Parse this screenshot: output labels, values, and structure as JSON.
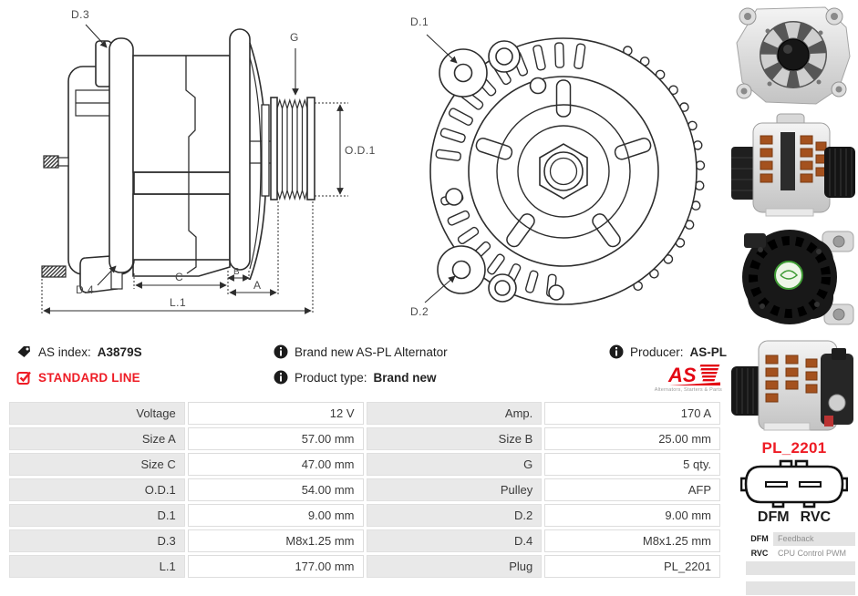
{
  "side_view": {
    "d3": "D.3",
    "g": "G",
    "od1": "O.D.1",
    "d4": "D.4",
    "c": "C",
    "b": "B",
    "a": "A",
    "l1": "L.1"
  },
  "front_view": {
    "d1": "D.1",
    "d2": "D.2"
  },
  "info": {
    "as_index_label": "AS index:",
    "as_index_value": "A3879S",
    "standard_line": "STANDARD LINE",
    "brand_new_text": "Brand new AS-PL Alternator",
    "product_type_label": "Product type:",
    "product_type_value": "Brand new",
    "producer_label": "Producer:",
    "producer_value": "AS-PL",
    "logo_as": "AS",
    "logo_tagline": "Alternators, Starters & Parts"
  },
  "specs": {
    "rows": [
      {
        "l1": "Voltage",
        "v1": "12 V",
        "l2": "Amp.",
        "v2": "170 A"
      },
      {
        "l1": "Size A",
        "v1": "57.00 mm",
        "l2": "Size B",
        "v2": "25.00 mm"
      },
      {
        "l1": "Size C",
        "v1": "47.00 mm",
        "l2": "G",
        "v2": "5 qty."
      },
      {
        "l1": "O.D.1",
        "v1": "54.00 mm",
        "l2": "Pulley",
        "v2": "AFP"
      },
      {
        "l1": "D.1",
        "v1": "9.00 mm",
        "l2": "D.2",
        "v2": "9.00 mm"
      },
      {
        "l1": "D.3",
        "v1": "M8x1.25 mm",
        "l2": "D.4",
        "v2": "M8x1.25 mm"
      },
      {
        "l1": "L.1",
        "v1": "177.00 mm",
        "l2": "Plug",
        "v2": "PL_2201"
      }
    ]
  },
  "plug": {
    "name": "PL_2201",
    "pin1": "DFM",
    "pin2": "RVC",
    "legend": [
      {
        "key": "DFM",
        "desc": "Feedback"
      },
      {
        "key": "RVC",
        "desc": "CPU Control PWM"
      }
    ]
  },
  "colors": {
    "accent_red": "#ee1c25",
    "line": "#2d2d2d",
    "table_label_bg": "#e9e9e9"
  }
}
